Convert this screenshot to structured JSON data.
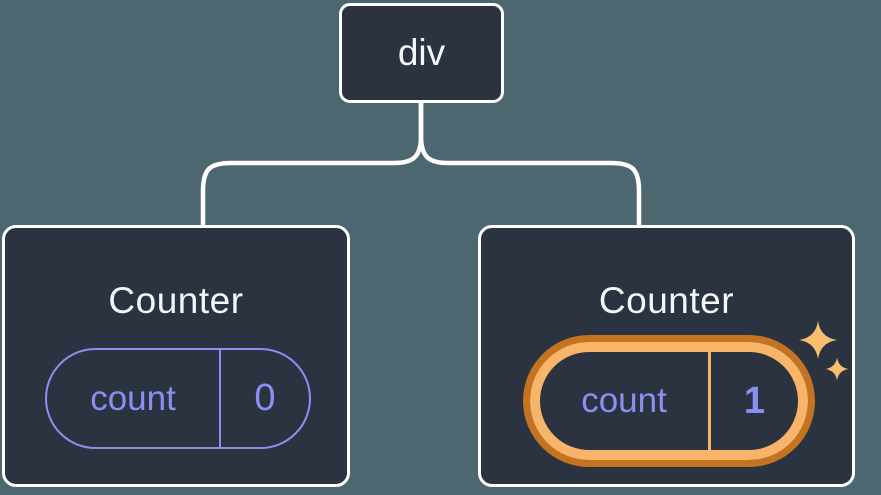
{
  "tree": {
    "root": {
      "label": "div"
    },
    "children": [
      {
        "title": "Counter",
        "state": {
          "name": "count",
          "value": "0"
        },
        "highlighted": false
      },
      {
        "title": "Counter",
        "state": {
          "name": "count",
          "value": "1"
        },
        "highlighted": true
      }
    ]
  },
  "colors": {
    "canvas_background": "#4d6771",
    "node_background": "#2b3340",
    "node_border": "#ffffff",
    "connector": "#ffffff",
    "state_accent_purple": "#8a8ff0",
    "highlight_orange_light": "#f8b468",
    "highlight_orange_dark": "#c47420",
    "sparkle_orange": "#f9bd6f",
    "text_primary": "#f4f6f9"
  },
  "icons": {
    "sparkles": "sparkles-icon"
  }
}
